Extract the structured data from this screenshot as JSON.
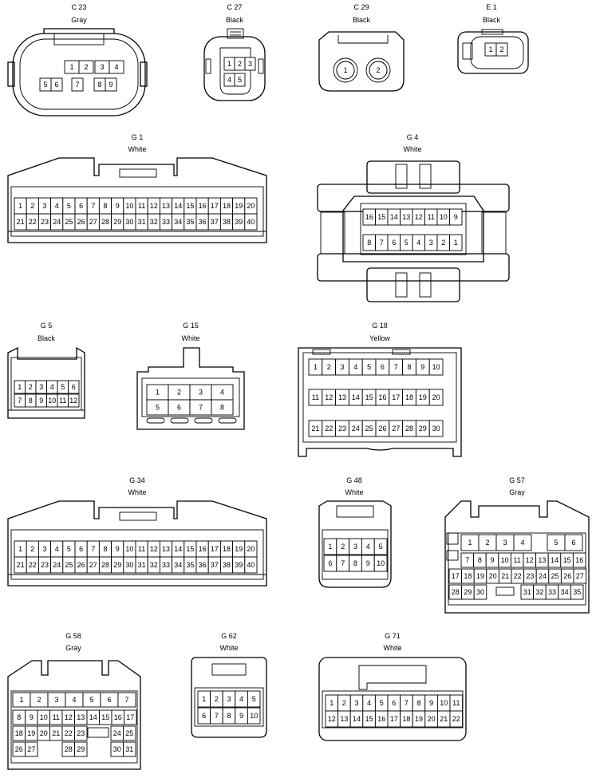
{
  "connectors": [
    {
      "id": "C23",
      "name": "C 23",
      "color": "Gray",
      "rows": [
        [
          "1",
          "2",
          "3",
          "4"
        ],
        [
          "5",
          "6",
          "7",
          "8",
          "9"
        ]
      ]
    },
    {
      "id": "C27",
      "name": "C 27",
      "color": "Black",
      "rows": [
        [
          "1",
          "2",
          "3"
        ],
        [
          "4",
          "5"
        ]
      ]
    },
    {
      "id": "C29",
      "name": "C 29",
      "color": "Black",
      "rows": [
        [
          "1",
          "2"
        ]
      ]
    },
    {
      "id": "E1",
      "name": "E 1",
      "color": "Black",
      "rows": [
        [
          "1",
          "2"
        ]
      ]
    },
    {
      "id": "G1",
      "name": "G 1",
      "color": "White",
      "rows": [
        [
          "1",
          "2",
          "3",
          "4",
          "5",
          "6",
          "7",
          "8",
          "9",
          "10",
          "11",
          "12",
          "13",
          "14",
          "15",
          "16",
          "17",
          "18",
          "19",
          "20"
        ],
        [
          "21",
          "22",
          "23",
          "24",
          "25",
          "26",
          "27",
          "28",
          "29",
          "30",
          "31",
          "32",
          "33",
          "34",
          "35",
          "36",
          "37",
          "38",
          "39",
          "40"
        ]
      ]
    },
    {
      "id": "G4",
      "name": "G 4",
      "color": "White",
      "rows": [
        [
          "16",
          "15",
          "14",
          "13",
          "12",
          "11",
          "10",
          "9"
        ],
        [
          "8",
          "7",
          "6",
          "5",
          "4",
          "3",
          "2",
          "1"
        ]
      ]
    },
    {
      "id": "G5",
      "name": "G 5",
      "color": "Black",
      "rows": [
        [
          "1",
          "2",
          "3",
          "4",
          "5",
          "6"
        ],
        [
          "7",
          "8",
          "9",
          "10",
          "11",
          "12"
        ]
      ]
    },
    {
      "id": "G15",
      "name": "G 15",
      "color": "White",
      "rows": [
        [
          "1",
          "2",
          "3",
          "4"
        ],
        [
          "5",
          "6",
          "7",
          "8"
        ]
      ]
    },
    {
      "id": "G18",
      "name": "G 18",
      "color": "Yellow",
      "rows": [
        [
          "1",
          "2",
          "3",
          "4",
          "5",
          "6",
          "7",
          "8",
          "9",
          "10"
        ],
        [
          "11",
          "12",
          "13",
          "14",
          "15",
          "16",
          "17",
          "18",
          "19",
          "20"
        ],
        [
          "21",
          "22",
          "23",
          "24",
          "25",
          "26",
          "27",
          "28",
          "29",
          "30"
        ]
      ]
    },
    {
      "id": "G34",
      "name": "G 34",
      "color": "White",
      "rows": [
        [
          "1",
          "2",
          "3",
          "4",
          "5",
          "6",
          "7",
          "8",
          "9",
          "10",
          "11",
          "12",
          "13",
          "14",
          "15",
          "16",
          "17",
          "18",
          "19",
          "20"
        ],
        [
          "21",
          "22",
          "23",
          "24",
          "25",
          "26",
          "27",
          "28",
          "29",
          "30",
          "31",
          "32",
          "33",
          "34",
          "35",
          "36",
          "37",
          "38",
          "39",
          "40"
        ]
      ]
    },
    {
      "id": "G48",
      "name": "G 48",
      "color": "White",
      "rows": [
        [
          "1",
          "2",
          "3",
          "4",
          "5"
        ],
        [
          "6",
          "7",
          "8",
          "9",
          "10"
        ]
      ]
    },
    {
      "id": "G57",
      "name": "G 57",
      "color": "Gray",
      "rows": [
        [
          "1",
          "2",
          "3",
          "4",
          "5",
          "6"
        ],
        [
          "7",
          "8",
          "9",
          "10",
          "11",
          "12",
          "13",
          "14",
          "15",
          "16"
        ],
        [
          "17",
          "18",
          "19",
          "20",
          "21",
          "22",
          "23",
          "24",
          "25",
          "26",
          "27"
        ],
        [
          "28",
          "29",
          "30",
          "31",
          "32",
          "33",
          "34",
          "35"
        ]
      ]
    },
    {
      "id": "G58",
      "name": "G 58",
      "color": "Gray",
      "rows": [
        [
          "1",
          "2",
          "3",
          "4",
          "5",
          "6",
          "7"
        ],
        [
          "8",
          "9",
          "10",
          "11",
          "12",
          "13",
          "14",
          "15",
          "16",
          "17"
        ],
        [
          "18",
          "19",
          "20",
          "21",
          "22",
          "23",
          "24",
          "25"
        ],
        [
          "26",
          "27",
          "28",
          "29",
          "30",
          "31"
        ]
      ]
    },
    {
      "id": "G62",
      "name": "G 62",
      "color": "White",
      "rows": [
        [
          "1",
          "2",
          "3",
          "4",
          "5"
        ],
        [
          "6",
          "7",
          "8",
          "9",
          "10"
        ]
      ]
    },
    {
      "id": "G71",
      "name": "G 71",
      "color": "White",
      "rows": [
        [
          "1",
          "2",
          "3",
          "4",
          "5",
          "6",
          "7",
          "8",
          "9",
          "10",
          "11"
        ],
        [
          "12",
          "13",
          "14",
          "15",
          "16",
          "17",
          "18",
          "19",
          "20",
          "21",
          "22"
        ]
      ]
    }
  ]
}
